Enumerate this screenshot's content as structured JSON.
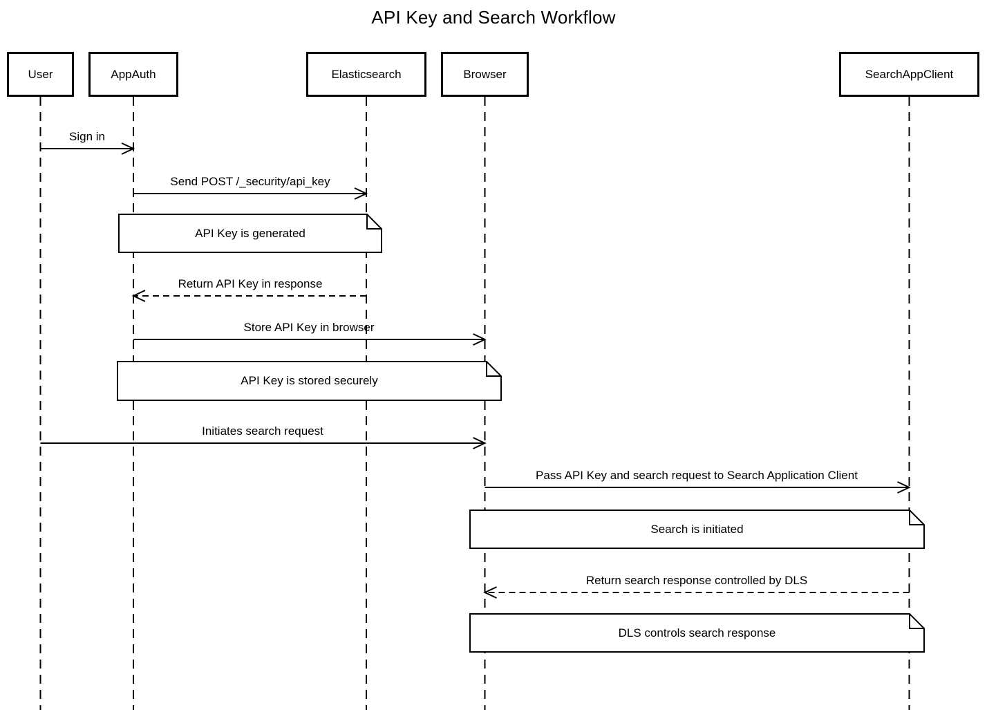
{
  "diagram_type": "sequence",
  "title": "API Key and Search Workflow",
  "colors": {
    "stroke": "#000000",
    "fill": "#ffffff",
    "text": "#000000"
  },
  "participants": [
    {
      "name": "User"
    },
    {
      "name": "AppAuth"
    },
    {
      "name": "Elasticsearch"
    },
    {
      "name": "Browser"
    },
    {
      "name": "SearchAppClient"
    }
  ],
  "messages": [
    {
      "label": "Sign in",
      "from": "User",
      "to": "AppAuth",
      "line": "solid"
    },
    {
      "label": "Send POST /_security/api_key",
      "from": "AppAuth",
      "to": "Elasticsearch",
      "line": "solid"
    },
    {
      "label": "Return API Key in response",
      "from": "Elasticsearch",
      "to": "AppAuth",
      "line": "dashed"
    },
    {
      "label": "Store API Key in browser",
      "from": "AppAuth",
      "to": "Browser",
      "line": "solid"
    },
    {
      "label": "Initiates search request",
      "from": "User",
      "to": "Browser",
      "line": "solid"
    },
    {
      "label": "Pass API Key and search request to Search Application Client",
      "from": "Browser",
      "to": "SearchAppClient",
      "line": "solid"
    },
    {
      "label": "Return search response controlled by DLS",
      "from": "SearchAppClient",
      "to": "Browser",
      "line": "dashed"
    }
  ],
  "notes": [
    {
      "text": "API Key is generated",
      "over": "AppAuth, Elasticsearch"
    },
    {
      "text": "API Key is stored securely",
      "over": "AppAuth, Browser"
    },
    {
      "text": "Search is initiated",
      "over": "Browser, SearchAppClient"
    },
    {
      "text": "DLS controls search response",
      "over": "Browser, SearchAppClient"
    }
  ]
}
